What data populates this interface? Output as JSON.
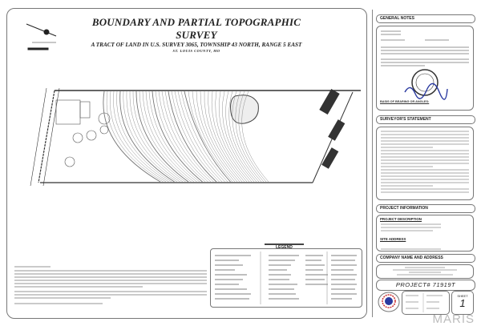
{
  "title": {
    "main": "BOUNDARY AND PARTIAL TOPOGRAPHIC SURVEY",
    "subtitle": "A TRACT OF LAND IN U.S. SURVEY 3065, TOWNSHIP 43 NORTH, RANGE 5 EAST",
    "county": "ST. LOUIS COUNTY, MO"
  },
  "right_panel": {
    "general_notes": "GENERAL NOTES",
    "basis_of_bearing": "BASIS OF BEARING OR ANGLES:",
    "surveyors_statement": "SURVEYOR'S STATEMENT",
    "project_information": "PROJECT INFORMATION",
    "project_description": "PROJECT DESCRIPTION",
    "site_address": "SITE ADDRESS",
    "company_name": "COMPANY NAME AND ADDRESS",
    "project_number": "PROJECT# 71919T",
    "sheet_label": "SHEET",
    "sheet_number": "1"
  },
  "legend": {
    "title": "LEGEND"
  },
  "watermark": "MARIS",
  "colors": {
    "line": "#333333",
    "signature": "#2a3aa0",
    "watermark": "#bbbbbb"
  }
}
